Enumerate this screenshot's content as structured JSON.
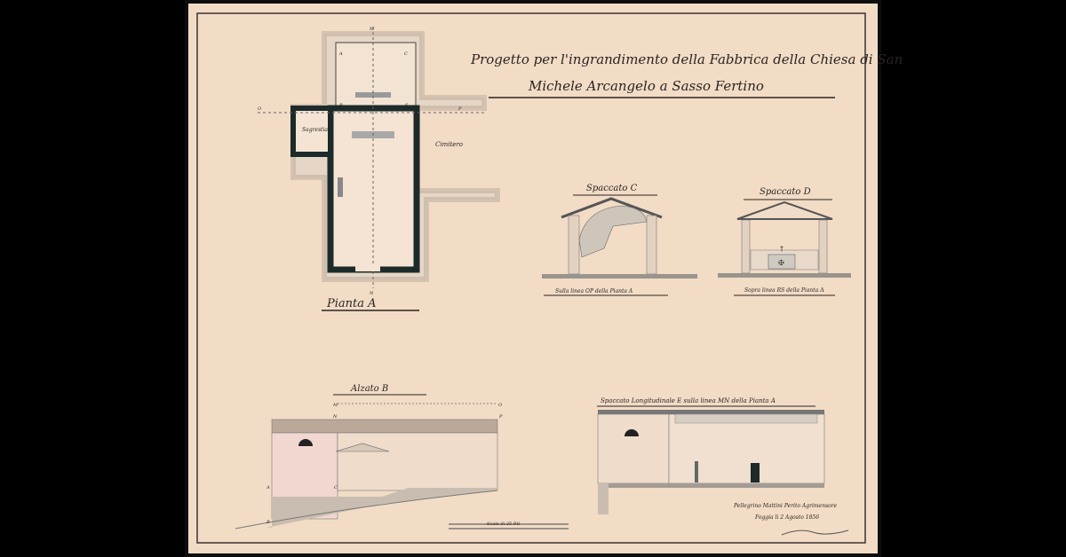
{
  "title": {
    "line1": "Progetto per l'ingrandimento della Fabbrica della Chiesa di San",
    "line2": "Michele Arcangelo a Sasso Fertino"
  },
  "views": {
    "plan": "Pianta A",
    "section_c": "Spaccato C",
    "section_c_caption": "Sulla linea OP della Pianta A",
    "section_d": "Spaccato D",
    "section_d_caption": "Sopra linea RS della Pianta A",
    "elevation_b": "Alzato B",
    "section_e": "Spaccato Longitudinale E sulla linea MN della Pianta A"
  },
  "plan_labels": {
    "sacristy": "Sagrestia",
    "cemetery": "Cimitero",
    "letters": [
      "M",
      "A",
      "C",
      "R",
      "S",
      "O",
      "P",
      "N"
    ]
  },
  "elevation_labels": [
    "M",
    "O",
    "N",
    "P",
    "A",
    "C",
    "B"
  ],
  "scale_label": "Scala di 25 P.ti",
  "signature": {
    "line1": "Pellegrino Mattini Perito Agrimensore",
    "line2": "Foggia li 2 Agosto 1856"
  },
  "colors": {
    "paper": "#f2dcc6",
    "ink": "#2a2420",
    "wall": "#1c2a2a",
    "wash": "#d9cbbd"
  }
}
